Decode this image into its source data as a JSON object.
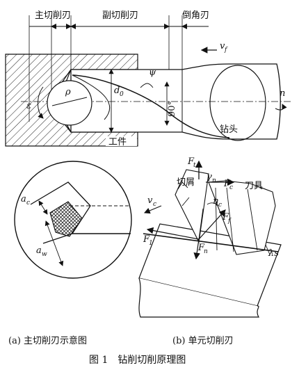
{
  "top_labels": {
    "main_edge": "主切削刃",
    "minor_edge": "副切削刃",
    "chamfer_edge": "倒角刃",
    "vf_main": "v",
    "vf_sub": "f",
    "epsilon": "ε",
    "rho": "ρ",
    "d0_main": "d",
    "d0_sub": "0",
    "psi": "ψ",
    "ninety": "90°",
    "n": "n",
    "drill": "钻头",
    "workpiece": "工件"
  },
  "left_labels": {
    "ac_main": "a",
    "ac_sub": "c",
    "aw_main": "a",
    "aw_sub": "w"
  },
  "right_labels": {
    "chip": "切屑",
    "tool": "刀具",
    "Ft_main": "F",
    "Ft_sub": "t",
    "gamma_main": "γ",
    "gamma_sub": "n",
    "Fc_main": "F",
    "Fc_sub": "c",
    "eta_main": "η",
    "eta_sub": "c",
    "Ff_main": "F",
    "Ff_sub": "f",
    "v_main": "v",
    "v_sub": "c",
    "F1_main": "F",
    "F1_sub": "1",
    "Fn_main": "F",
    "Fn_sub": "n",
    "lambda": "λs"
  },
  "captions": {
    "a": "(a) 主切削刃示意图",
    "b": "(b) 单元切削刃"
  },
  "figure_title": "图 1　钻削切削原理图"
}
